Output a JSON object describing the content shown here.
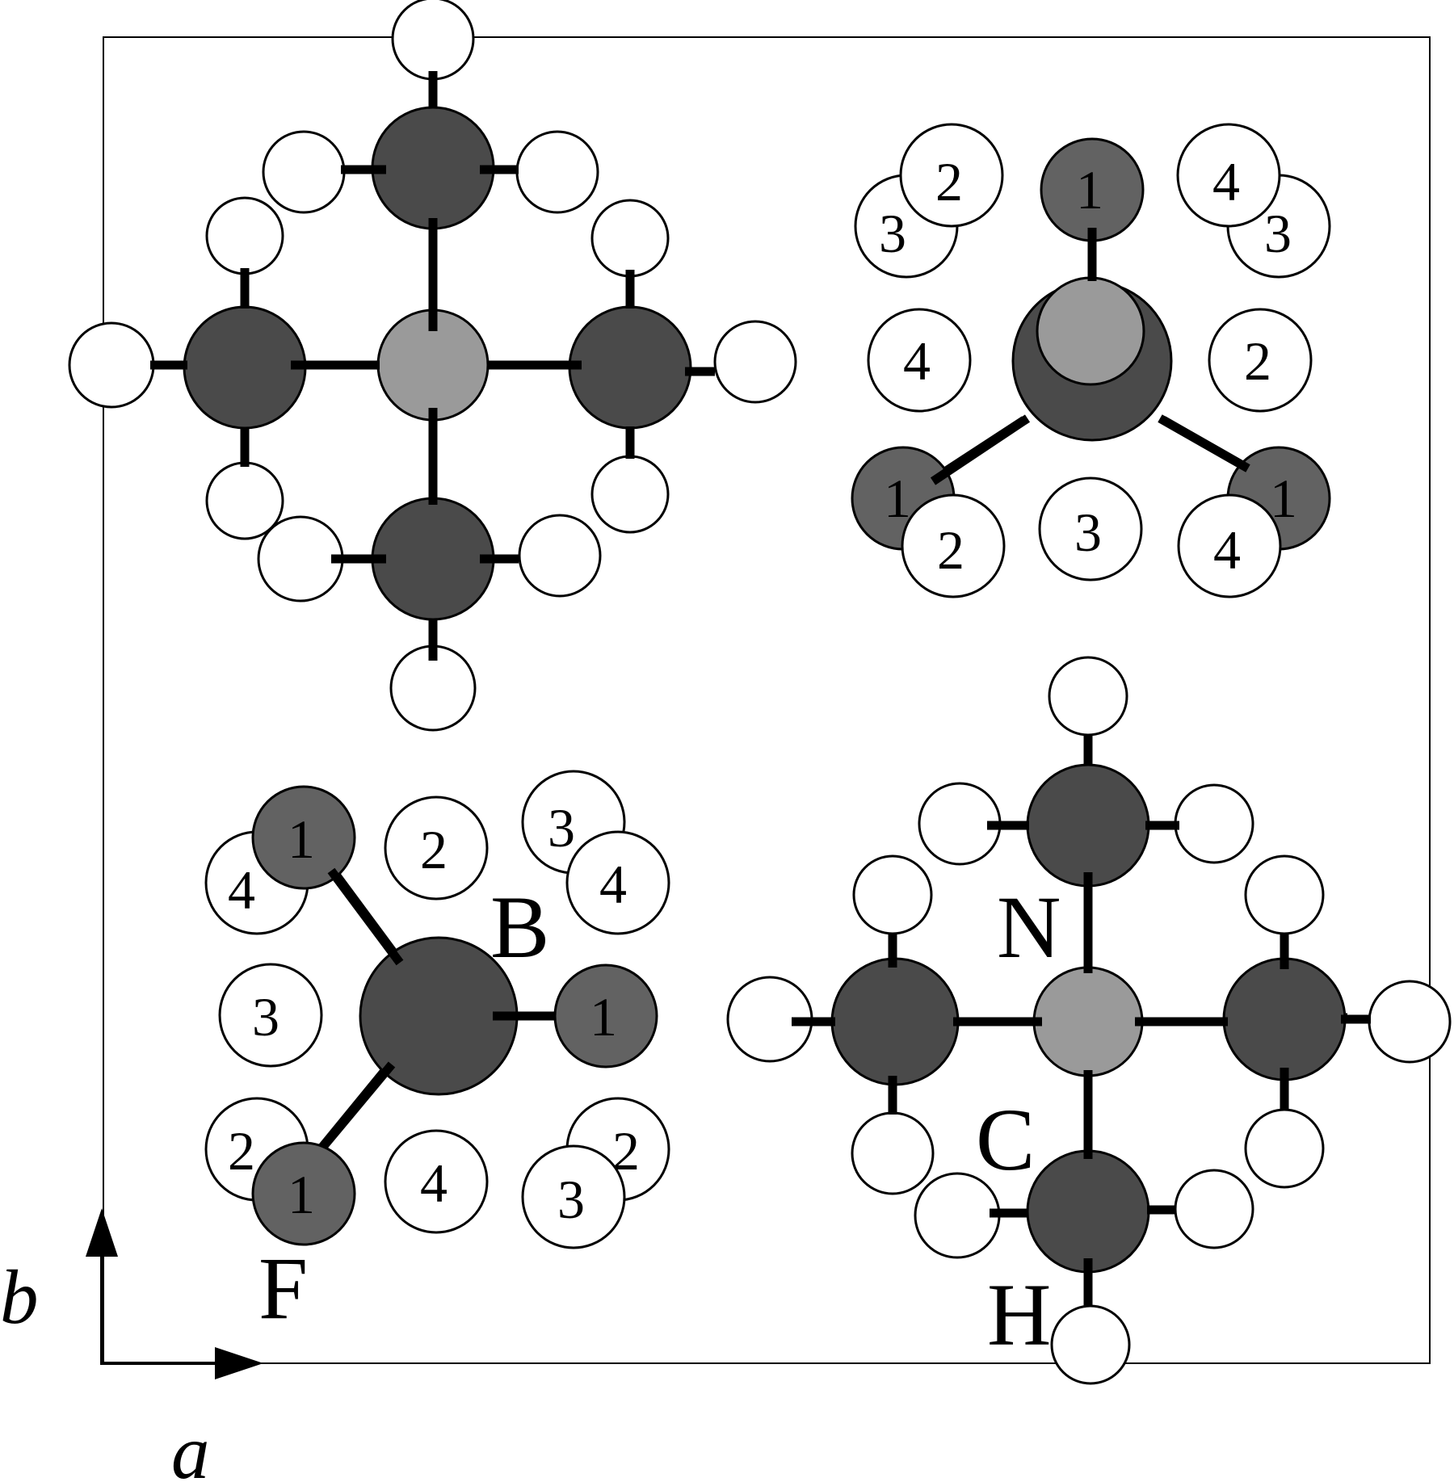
{
  "labels": {
    "boron": "B",
    "fluorine": "F",
    "nitrogen": "N",
    "carbon": "C",
    "hydrogen": "H"
  },
  "axes": {
    "a": "a",
    "b": "b"
  },
  "numbers": {
    "n1": "1",
    "n2": "2",
    "n3": "3",
    "n4": "4"
  },
  "colors": {
    "carbon_fill": "#4a4a4a",
    "nitrogen_fill": "#9a9a9a",
    "fluorine_fill": "#626262",
    "boron_fill": "#4a4a4a",
    "hydrogen_fill": "#ffffff",
    "bond": "#000000"
  }
}
